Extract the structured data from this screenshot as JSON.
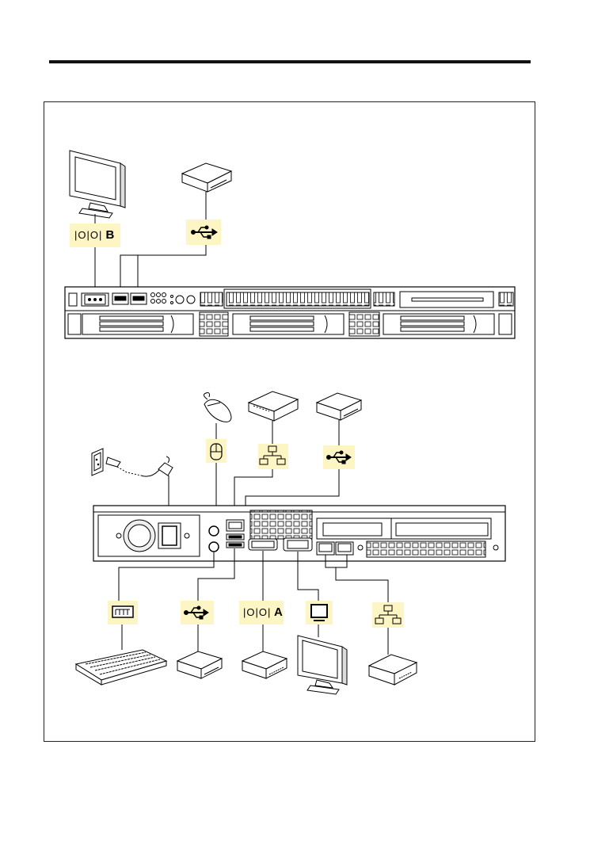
{
  "page": {
    "title": ""
  },
  "serial_port_b": {
    "bars": "|O|O|",
    "letter": "B"
  },
  "serial_port_a": {
    "bars": "|O|O|",
    "letter": "A"
  },
  "icons": {
    "front_monitor": "monitor-icon",
    "front_usb_device": "usb-device-icon",
    "usb_symbol": "usb-icon",
    "serial_symbol": "serial-port-icon",
    "lan_symbol": "lan-icon",
    "mouse": "mouse-icon",
    "keyboard": "keyboard-icon",
    "power_outlet": "power-outlet-icon",
    "power_cord": "power-cord-icon",
    "display_symbol": "display-icon"
  },
  "colors": {
    "label_bg": "#fdf5c4",
    "line": "#000000",
    "device_fill": "#ffffff",
    "shade": "#cccccc"
  }
}
